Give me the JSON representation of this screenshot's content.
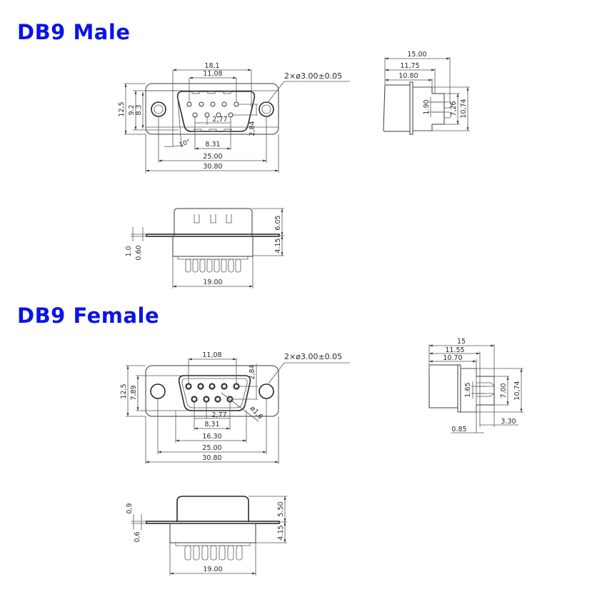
{
  "male": {
    "title": "DB9 Male",
    "front_view": {
      "dim_18_1": "18,1",
      "dim_11_08": "11,08",
      "mount_hole_note": "2×ø3.00±0.05",
      "dim_12_5": "12,5",
      "dim_9_2": "9.2",
      "dim_8_3": "8.3",
      "dim_2_77": "2,77",
      "dim_2_84": "2,84",
      "angle_10": "10°",
      "dim_8_31": "8.31",
      "dim_25_00": "25.00",
      "dim_30_80": "30.80"
    },
    "side_view": {
      "dim_15_00": "15.00",
      "dim_11_75": "11,75",
      "dim_10_80": "10.80",
      "dim_1_90": "1.90",
      "dim_7_26": "7,26",
      "dim_10_74": "10,74"
    },
    "bottom_view": {
      "dim_1_0": "1.0",
      "dim_0_60": "0.60",
      "dim_6_05": "6.05",
      "dim_4_15": "4.15",
      "dim_19_00": "19.00"
    }
  },
  "female": {
    "title": "DB9 Female",
    "front_view": {
      "dim_11_08": "11,08",
      "mount_hole_note": "2×ø3.00±0.05",
      "dim_2_84": "2,84",
      "dim_12_5": "12,5",
      "dim_7_89": "7,89",
      "dim_2_77": "2,77",
      "dim_dia_1_6": "ø1,6",
      "dim_8_31": "8,31",
      "dim_16_30": "16.30",
      "dim_25_00": "25.00",
      "dim_30_80": "30.80"
    },
    "side_view": {
      "dim_15": "15",
      "dim_11_55": "11.55",
      "dim_10_70": "10.70",
      "dim_1_65": "1.65",
      "dim_7_00": "7.00",
      "dim_10_74": "10,74",
      "dim_3_30": "3.30",
      "dim_0_85": "0.85"
    },
    "bottom_view": {
      "dim_0_9": "0,9",
      "dim_0_6": "0,6",
      "dim_5_50": "5.50",
      "dim_4_15": "4.15",
      "dim_19_00": "19.00"
    }
  },
  "colors": {
    "heading": "#0a14e6",
    "line": "#3a3a3a"
  }
}
